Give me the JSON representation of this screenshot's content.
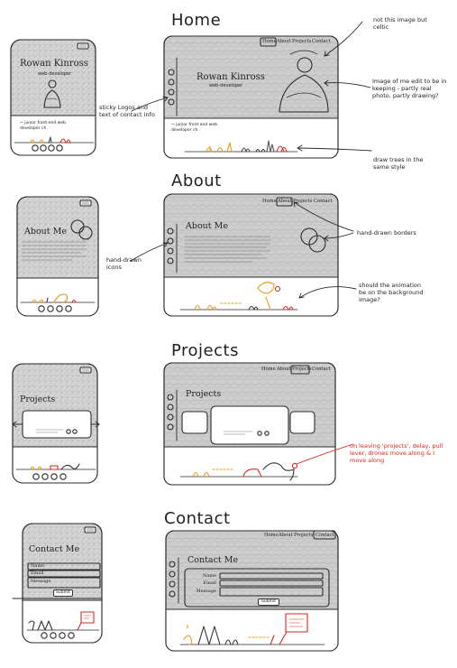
{
  "sections": {
    "home": "Home",
    "about": "About",
    "projects": "Projects",
    "contact": "Contact"
  },
  "nav": {
    "home": "Home",
    "about": "About",
    "projects": "Projects",
    "contact": "Contact"
  },
  "profile": {
    "name": "Rowan Kinross",
    "role": "web-developer",
    "tagline": "~ junior front-end web developer ch"
  },
  "pages": {
    "about_title": "About Me",
    "projects_title": "Projects",
    "contact_title": "Contact Me"
  },
  "form": {
    "name": "Name",
    "email": "Email",
    "message": "Message",
    "submit": "Submit"
  },
  "annotations": {
    "not_celtic": "not this image but celtic",
    "sticky": "sticky Logos and text of contact info",
    "image_of_me": "Image of me edit to be in keeping - partly real photo, partly drawing?",
    "draw_trees": "draw trees in the same style",
    "borders": "hand-drawn borders",
    "icons": "hand-drawn icons",
    "animation": "should the animation be on the background image?",
    "projects_note": "on leaving 'projects', delay, pull lever, drones move along & I move along"
  },
  "colors": {
    "ink": "#222222",
    "sketch_bg": "#c9c9c9",
    "accent_red": "#d42a1c",
    "accent_orange": "#e89a1a"
  }
}
